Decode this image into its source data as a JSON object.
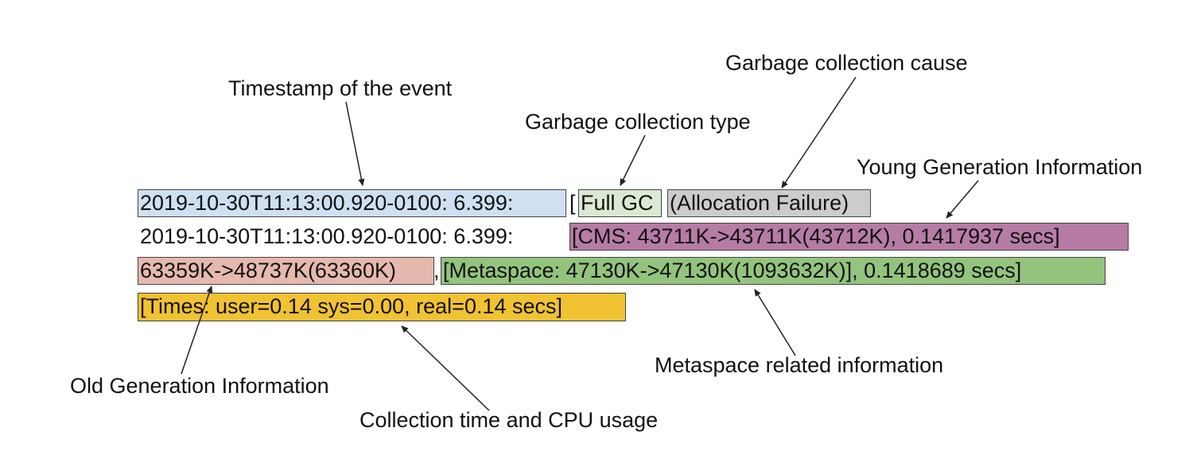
{
  "labels": {
    "timestamp": "Timestamp of the event",
    "gc_type": "Garbage collection type",
    "gc_cause": "Garbage collection cause",
    "young_gen": "Young Generation Information",
    "old_gen": "Old Generation Information",
    "collection_time": "Collection time and CPU usage",
    "metaspace": "Metaspace related information"
  },
  "log": {
    "line1": {
      "timestamp": "2019-10-30T11:13:00.920-0100: 6.399:",
      "bracket": "[",
      "gc_type": "Full GC",
      "gc_cause": "(Allocation Failure)"
    },
    "line2": {
      "timestamp": "2019-10-30T11:13:00.920-0100: 6.399:",
      "young_gen": "[CMS: 43711K->43711K(43712K), 0.1417937 secs]"
    },
    "line3": {
      "old_gen": "63359K->48737K(63360K)",
      "separator": ",",
      "metaspace": "[Metaspace: 47130K->47130K(1093632K)], 0.1418689 secs]"
    },
    "line4": {
      "times": "[Times: user=0.14 sys=0.00, real=0.14 secs]"
    }
  },
  "colors": {
    "timestamp_box": "#cfe0f2",
    "gc_type_box": "#dbe9d2",
    "gc_cause_box": "#cccccc",
    "young_gen_box": "#b67ca6",
    "old_gen_box": "#e6b9ae",
    "metaspace_box": "#93c47d",
    "times_box": "#f1c232",
    "border": "#444444",
    "arrow": "#222222"
  }
}
